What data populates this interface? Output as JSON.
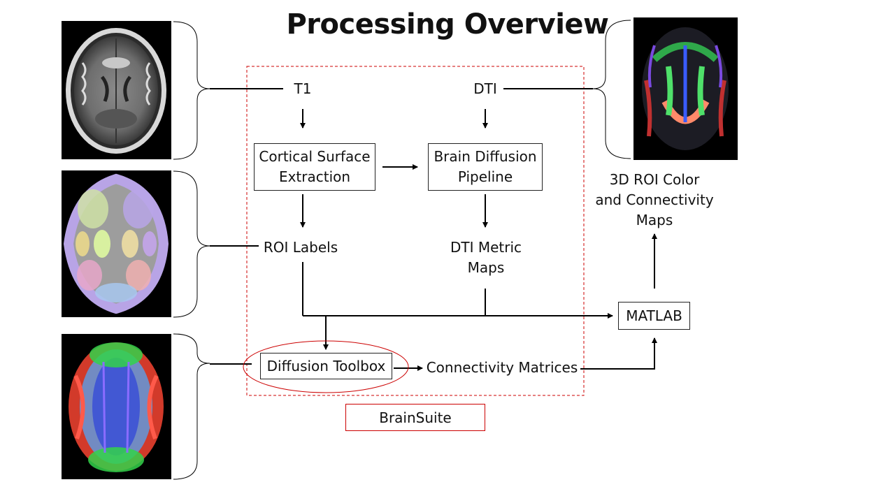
{
  "title": "Processing Overview",
  "nodes": {
    "t1": "T1",
    "dti": "DTI",
    "cortical": [
      "Cortical Surface",
      "Extraction"
    ],
    "bdp": [
      "Brain Diffusion",
      "Pipeline"
    ],
    "roi_labels": "ROI Labels",
    "dti_metric": [
      "DTI Metric",
      "Maps"
    ],
    "matlab": "MATLAB",
    "diffusion_toolbox": "Diffusion Toolbox",
    "connectivity_matrices": "Connectivity Matrices",
    "roi_maps": [
      "3D ROI Color",
      "and Connectivity",
      "Maps"
    ],
    "brainsuite": "BrainSuite"
  },
  "colors": {
    "accent_red": "#cc0000",
    "line": "#000000"
  },
  "images": {
    "t1": "t1-mri-axial-slice",
    "labels": "roi-label-overlay-slice",
    "tracts": "tractography-rendering",
    "dti": "dti-color-fa-map"
  }
}
